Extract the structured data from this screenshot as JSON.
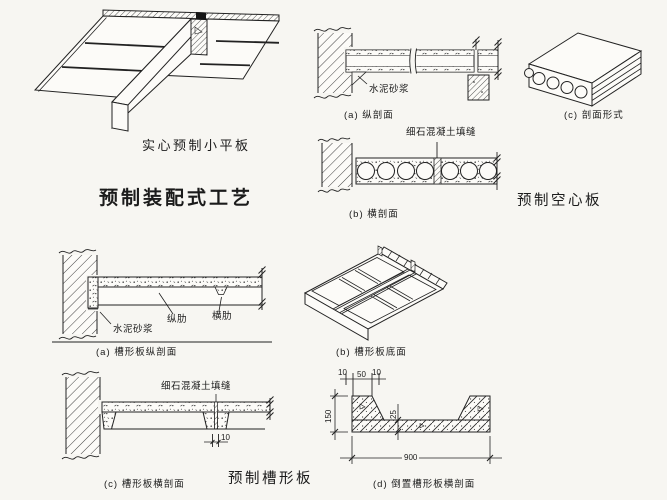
{
  "page": {
    "background": "#f7f6f2",
    "ink": "#1f1f1f",
    "title": "预制装配式工艺"
  },
  "solid_slab_fig": {
    "caption": "实心预制小平板"
  },
  "hollow_slab_fig": {
    "mortar_label": "水泥砂浆",
    "long_section_caption": "(a) 纵剖面",
    "joint_label": "细石混凝土填缝",
    "cross_section_caption": "(b) 横剖面",
    "section_form_caption": "(c) 剖面形式",
    "name": "预制空心板"
  },
  "channel_slab_fig": {
    "mortar_label": "水泥砂浆",
    "long_rib_label": "纵肋",
    "cross_rib_label": "横肋",
    "long_section_caption": "(a) 槽形板纵剖面",
    "joint_label": "细石混凝土填缝",
    "joint_dim": "10",
    "cross_section_caption": "(c) 槽形板横剖面",
    "bottom_view_caption": "(b) 槽形板底面",
    "inverted_section_caption": "(d) 倒置槽形板横剖面",
    "name": "预制槽形板",
    "dims": {
      "top_left": "10",
      "top_mid": "50",
      "top_right": "10",
      "height": "150",
      "flange": "25",
      "width": "900"
    }
  }
}
